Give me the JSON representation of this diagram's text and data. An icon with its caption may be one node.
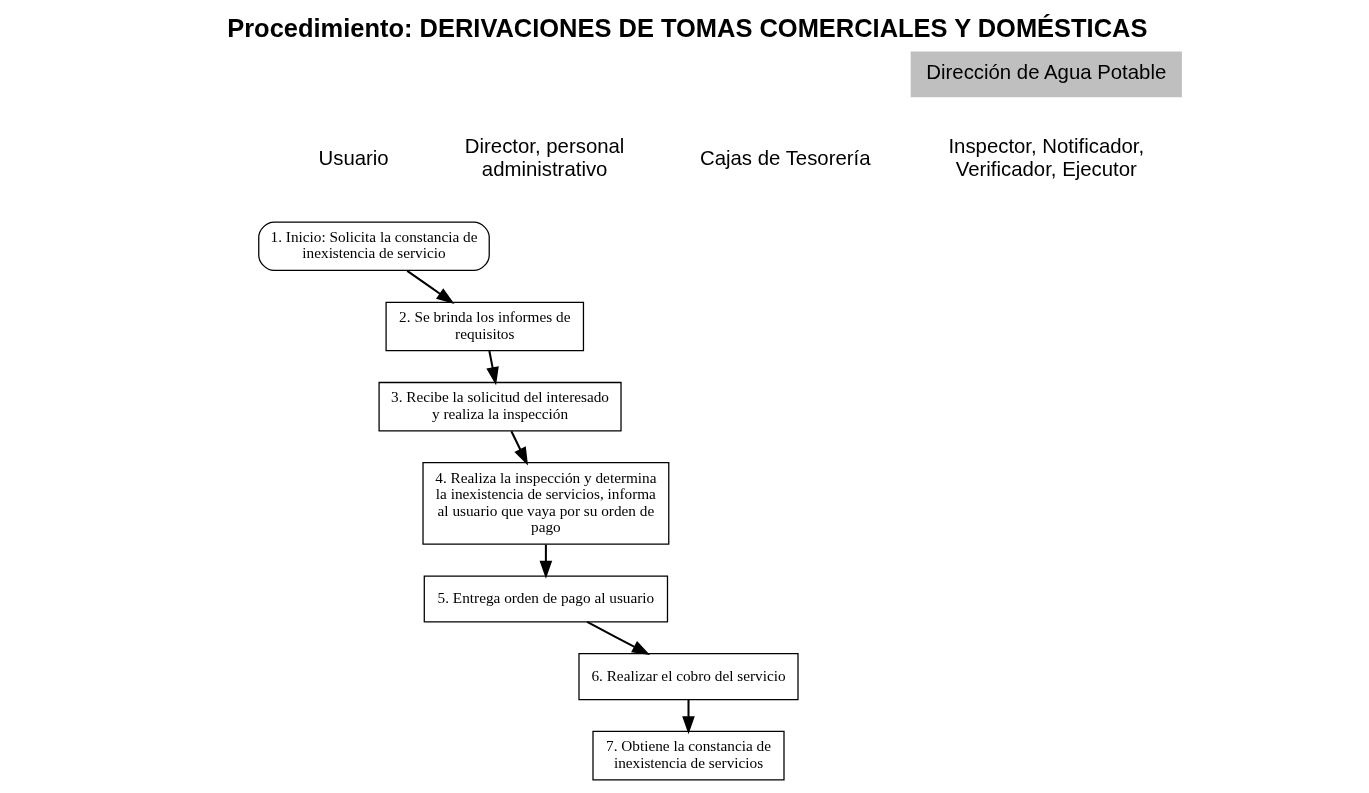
{
  "diagram": {
    "title": "Procedimiento: DERIVACIONES DE TOMAS COMERCIALES Y DOMÉSTICAS",
    "nodes": [
      {
        "text": [
          "1. Inicio: Solicita la constancia de inexistencia de servicio"
        ]
      },
      {
        "text": [
          "2. Se brinda los informes de requisitos"
        ]
      },
      {
        "text": [
          "3. Recibe la solicitud del interesado y realiza la inspección"
        ]
      },
      {
        "text": [
          "4. Realiza la inspección y determina la inexistencia de servicios, informa al usuario que vaya por su orden de pago"
        ]
      },
      {
        "text": [
          "5. Entrega orden de pago al usuario"
        ]
      },
      {
        "text": [
          "6. Realizar el cobro del servicio"
        ]
      },
      {
        "text": [
          "7. Obtiene la constancia de inexistencia de servicios"
        ]
      }
    ],
    "edges": [
      {
        "from": 0,
        "to": 1,
        "arrow": "to"
      },
      {
        "from": 1,
        "to": 2,
        "arrow": "to"
      },
      {
        "from": 2,
        "to": 3,
        "arrow": "to"
      },
      {
        "from": 3,
        "to": 4,
        "arrow": "to"
      },
      {
        "from": 4,
        "to": 5,
        "arrow": "to"
      },
      {
        "from": 5,
        "to": 6,
        "arrow": "to"
      }
    ],
    "labels": [
      "Dirección de Agua Potable",
      "Usuario",
      "Director, personal administrativo",
      "Cajas de Tesorería",
      "Inspector, Notificador, Verificador, Ejecutor"
    ]
  }
}
